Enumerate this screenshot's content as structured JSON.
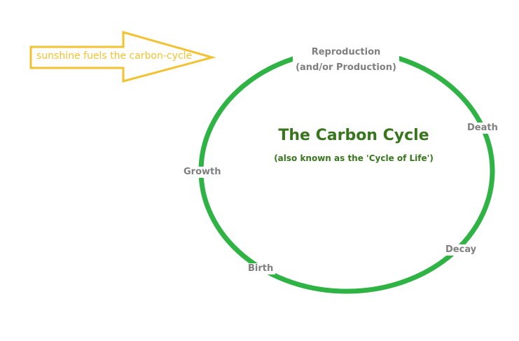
{
  "diagram": {
    "title": "The Carbon Cycle",
    "subtitle": "(also known as the 'Cycle of Life')",
    "stages": {
      "reproduction_line1": "Reproduction",
      "reproduction_line2": "(and/or Production)",
      "death": "Death",
      "decay": "Decay",
      "birth": "Birth",
      "growth": "Growth"
    },
    "arrow_text": "sunshine fuels the carbon-cycle",
    "colors": {
      "cycle_ring": "#2fb344",
      "title": "#38761d",
      "stage_labels": "#7f7f7f",
      "arrow": "#f1c232"
    }
  }
}
